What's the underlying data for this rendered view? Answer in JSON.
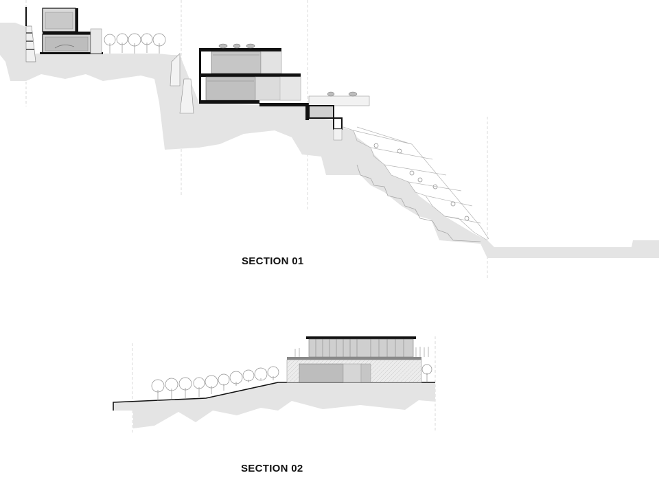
{
  "sections": [
    {
      "id": "section-01",
      "caption": "SECTION 01"
    },
    {
      "id": "section-02",
      "caption": "SECTION 02"
    }
  ],
  "colors": {
    "ground": "#e4e4e4",
    "ground_dark": "#d8d8d8",
    "wall": "#111111",
    "glass": "#bdbdbd",
    "glass_light": "#cfcfcf",
    "stroke": "#9a9a9a",
    "guide": "#c8c8c8",
    "tree": "#8a8a8a"
  }
}
